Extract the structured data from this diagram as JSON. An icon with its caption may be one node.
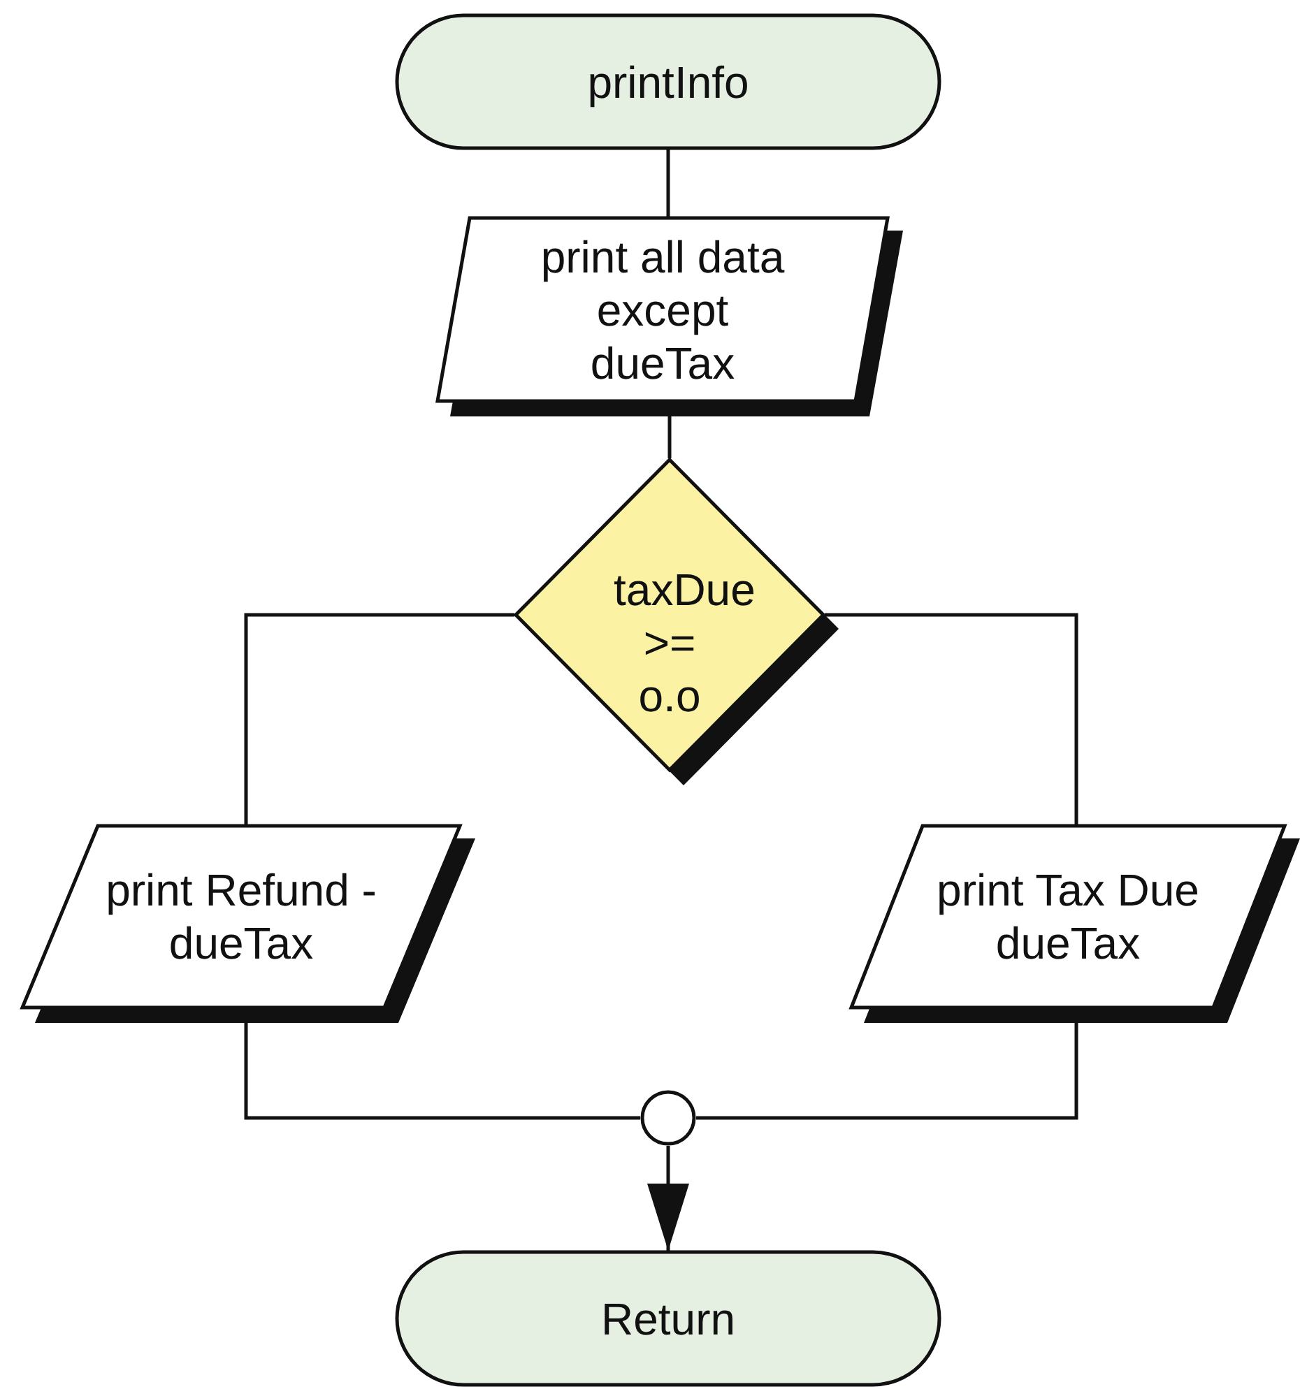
{
  "diagram": {
    "nodes": [
      {
        "text": [
          "printInfo"
        ]
      },
      {
        "text": [
          "print all data except dueTax"
        ]
      },
      {
        "text": [
          "taxDue >= o.o"
        ]
      },
      {
        "text": [
          "print Refund -dueTax"
        ]
      },
      {
        "text": [
          "print Tax Due dueTax"
        ]
      },
      {
        "text": [],
        "shape": "circle"
      },
      {
        "text": [
          "Return"
        ]
      }
    ],
    "edges": [
      {
        "from": 0,
        "to": 1,
        "arrow": "none"
      },
      {
        "from": 1,
        "to": 2,
        "arrow": "none"
      },
      {
        "from": 2,
        "to": 3,
        "arrow": "none"
      },
      {
        "from": 2,
        "to": 4,
        "arrow": "none"
      },
      {
        "from": 3,
        "to": 5,
        "arrow": "none"
      },
      {
        "from": 4,
        "to": 5,
        "arrow": "none"
      },
      {
        "from": 5,
        "to": 6,
        "arrow": "to"
      }
    ]
  }
}
